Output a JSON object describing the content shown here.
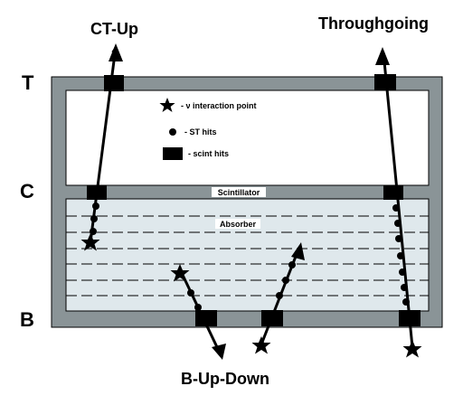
{
  "labels": {
    "ct_up": "CT-Up",
    "throughgoing": "Throughgoing",
    "b_up_down": "B-Up-Down",
    "row_t": "T",
    "row_c": "C",
    "row_b": "B"
  },
  "legend": {
    "interaction_point": "- ν interaction point",
    "st_hits": "- ST hits",
    "scint_hits": "- scint hits"
  },
  "regions": {
    "scintillator": "Scintillator",
    "absorber": "Absorber"
  },
  "colors": {
    "frame": "#8a9497",
    "absorber_fill": "#dfe8ec",
    "dashes": "#000000",
    "ink": "#000000",
    "label_box": "#ffffff"
  }
}
